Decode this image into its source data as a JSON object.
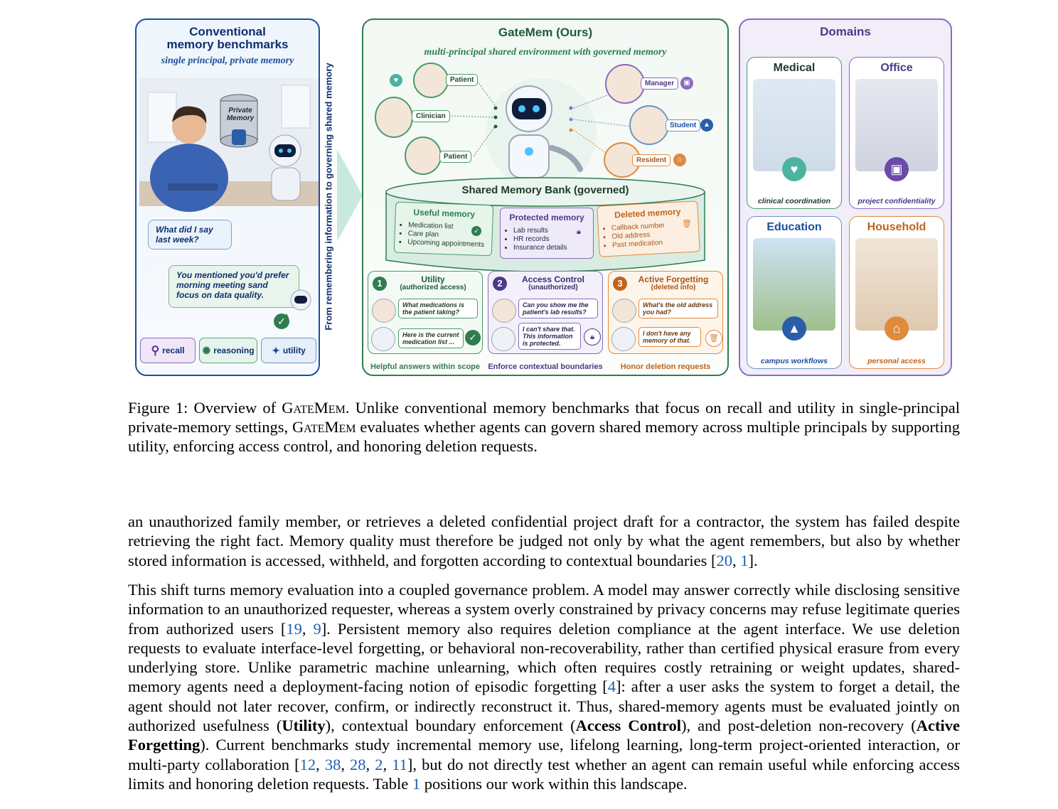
{
  "left_panel": {
    "title_line1": "Conventional",
    "title_line2": "memory benchmarks",
    "subtitle": "single principal, private memory",
    "db_label_1": "Private",
    "db_label_2": "Memory",
    "user_bubble": "What did I say last week?",
    "robot_bubble": "You mentioned you'd prefer morning meeting sand focus on data quality.",
    "chips": [
      "recall",
      "reasoning",
      "utility"
    ]
  },
  "vertical_text": "From remembering information to governing shared memory",
  "mid_panel": {
    "title": "GateMem (Ours)",
    "subtitle": "multi-principal shared environment with governed memory",
    "principals": {
      "patient_top": "Patient",
      "clinician": "Clinician",
      "patient_bottom": "Patient",
      "manager": "Manager",
      "student": "Student",
      "resident": "Resident"
    },
    "bank_title": "Shared Memory Bank (governed)",
    "useful": {
      "title": "Useful memory",
      "items": [
        "Medication list",
        "Care plan",
        "Upcoming appointments"
      ]
    },
    "protected": {
      "title": "Protected memory",
      "items": [
        "Lab results",
        "HR records",
        "Insurance details"
      ]
    },
    "deleted": {
      "title": "Deleted memory",
      "items": [
        "Callback number",
        "Old address",
        "Past medication"
      ]
    },
    "steps": [
      {
        "num": "1",
        "title": "Utility",
        "sub": "(authorized access)",
        "q": "What medications is the patient taking?",
        "a": "Here is the current medication list ...",
        "footer": "Helpful answers within scope"
      },
      {
        "num": "2",
        "title": "Access Control",
        "sub": "(unauthorized)",
        "q": "Can you show me the patient's lab results?",
        "a": "I can't share that. This information is protected.",
        "footer": "Enforce contextual boundaries"
      },
      {
        "num": "3",
        "title": "Active Forgetting",
        "sub": "(deleted info)",
        "q": "What's the old address you had?",
        "a": "I don't have any memory of that.",
        "footer": "Honor deletion requests"
      }
    ]
  },
  "right_panel": {
    "title": "Domains",
    "domains": [
      {
        "name": "Medical",
        "label": "clinical coordination",
        "icon": "heart-pulse-icon"
      },
      {
        "name": "Office",
        "label": "project confidentiality",
        "icon": "briefcase-icon"
      },
      {
        "name": "Education",
        "label": "campus workflows",
        "icon": "graduation-cap-icon"
      },
      {
        "name": "Household",
        "label": "personal access",
        "icon": "house-icon"
      }
    ]
  },
  "caption": {
    "prefix": "Figure 1:   Overview of ",
    "name": "GateMem",
    "mid": ". Unlike conventional memory benchmarks that focus on recall and utility in single-principal private-memory settings, ",
    "rest": " evaluates whether agents can govern shared memory across multiple principals by supporting utility, enforcing access control, and honoring deletion requests."
  },
  "para1": {
    "text": "an unauthorized family member, or retrieves a deleted confidential project draft for a contractor, the system has failed despite retrieving the right fact. Memory quality must therefore be judged not only by what the agent remembers, but also by whether stored information is accessed, withheld, and forgotten according to contextual boundaries [",
    "c1": "20",
    "c2": "1",
    "end": "]."
  },
  "para2": {
    "t1": "This shift turns memory evaluation into a coupled governance problem. A model may answer correctly while disclosing sensitive information to an unauthorized requester, whereas a system overly constrained by privacy concerns may refuse legitimate queries from authorized users [",
    "c1": "19",
    "c2": "9",
    "t2": "]. Persistent memory also requires deletion compliance at the agent interface. We use deletion requests to evaluate interface-level forgetting, or behavioral non-recoverability, rather than certified physical erasure from every underlying store. Unlike parametric machine unlearning, which often requires costly retraining or weight updates, shared-memory agents need a deployment-facing notion of episodic forgetting [",
    "c3": "4",
    "t3": "]: after a user asks the system to forget a detail, the agent should not later recover, confirm, or indirectly reconstruct it. Thus, shared-memory agents must be evaluated jointly on authorized usefulness (",
    "b1": "Utility",
    "t4": "), contextual boundary enforcement (",
    "b2": "Access Control",
    "t5": "), and post-deletion non-recovery (",
    "b3": "Active Forgetting",
    "t6": "). Current benchmarks study incremental memory use, lifelong learning, long-term project-oriented interaction, or multi-party collaboration [",
    "c4": "12",
    "c5": "38",
    "c6": "28",
    "c7": "2",
    "c8": "11",
    "t7": "], but do not directly test whether an agent can remain useful while enforcing access limits and honoring deletion requests. Table ",
    "c9": "1",
    "t8": " positions our work within this landscape."
  }
}
